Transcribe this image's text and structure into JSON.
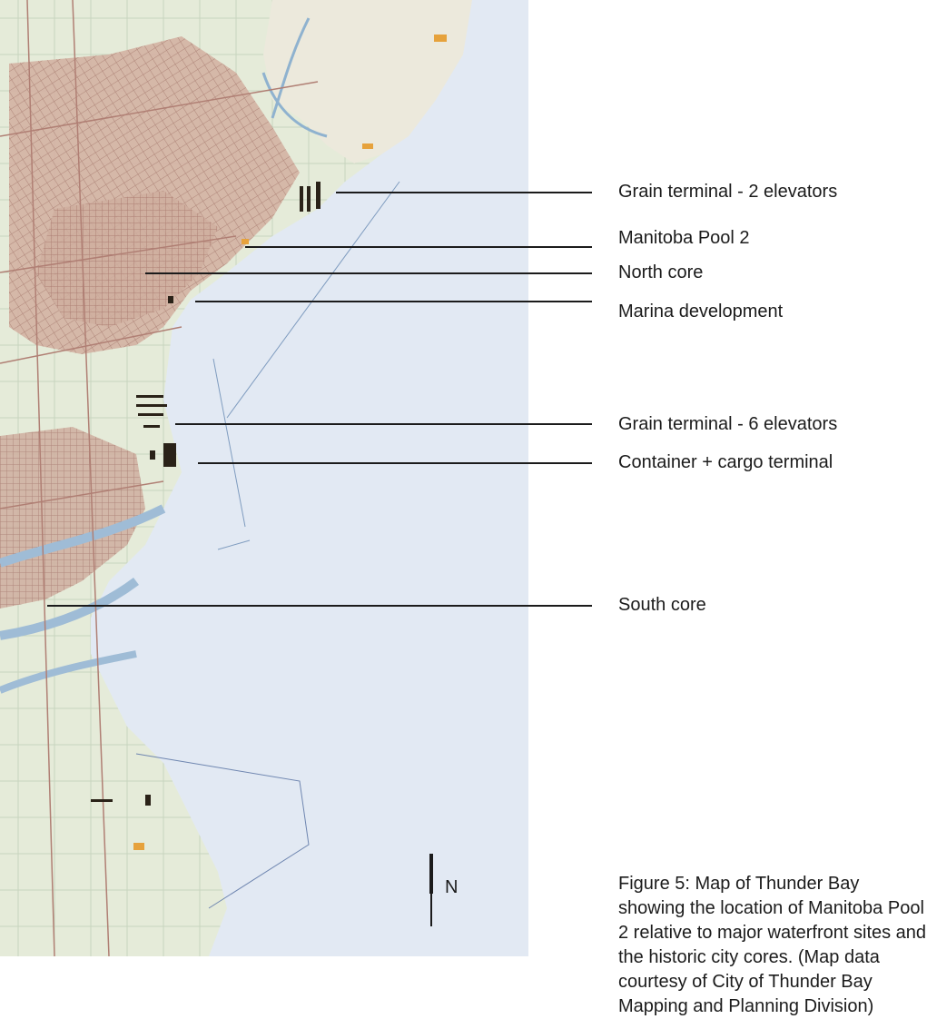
{
  "map": {
    "labels": [
      "Grain terminal - 2 elevators",
      "Manitoba Pool 2",
      "North core",
      "Marina development",
      "Grain terminal - 6 elevators",
      "Container + cargo terminal",
      "South core"
    ],
    "north_letter": "N",
    "caption": "Figure 5: Map of Thunder Bay showing the location of Manitoba Pool 2 relative to major waterfront sites and the historic city cores. (Map data courtesy of City of Thunder Bay Mapping and Planning Division)",
    "colors": {
      "water": "#e2e9f3",
      "land": "#efece2",
      "urban": "#c9a59a",
      "roads": "#b07f74",
      "elevators": "#2a2218",
      "highlight": "#e6a23c"
    }
  }
}
